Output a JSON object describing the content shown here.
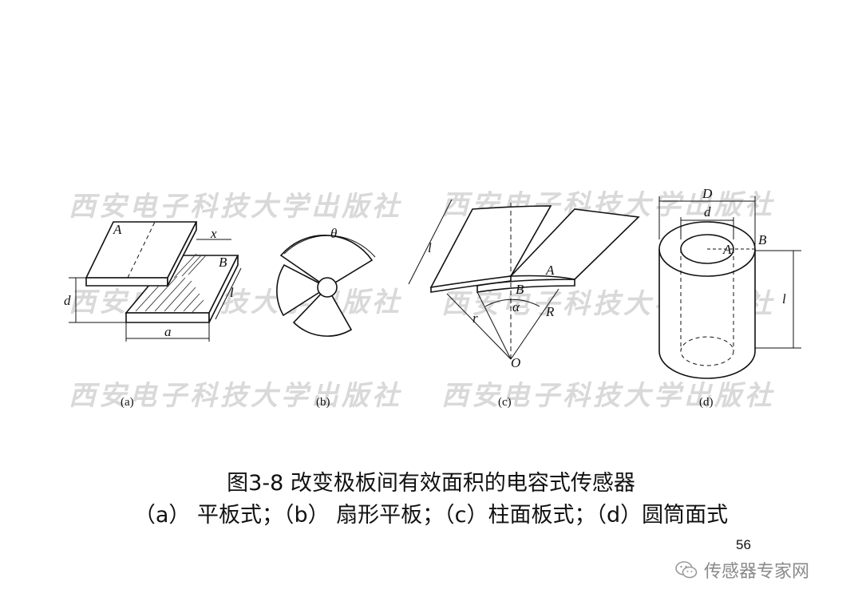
{
  "figure": {
    "watermark": "西安电子科技大学出版社",
    "panels": [
      {
        "id": "a",
        "label": "(a)",
        "letters": {
          "A": "A",
          "B": "B",
          "x": "x",
          "d": "d",
          "a": "a",
          "l": "l"
        }
      },
      {
        "id": "b",
        "label": "(b)",
        "letters": {
          "theta": "θ"
        }
      },
      {
        "id": "c",
        "label": "(c)",
        "letters": {
          "l": "l",
          "B": "B",
          "A": "A",
          "alpha": "α",
          "r": "r",
          "R": "R",
          "O": "O"
        }
      },
      {
        "id": "d",
        "label": "(d)",
        "letters": {
          "D": "D",
          "d": "d",
          "A": "A",
          "B": "B",
          "l": "l"
        }
      }
    ]
  },
  "caption": {
    "title": "图3-8 改变极板间有效面积的电容式传感器",
    "subtitle": "（a） 平板式；（b） 扇形平板；（c）柱面板式；（d）圆筒面式"
  },
  "page_number": "56",
  "brand": {
    "icon": "wechat-icon",
    "text": "传感器专家网"
  }
}
